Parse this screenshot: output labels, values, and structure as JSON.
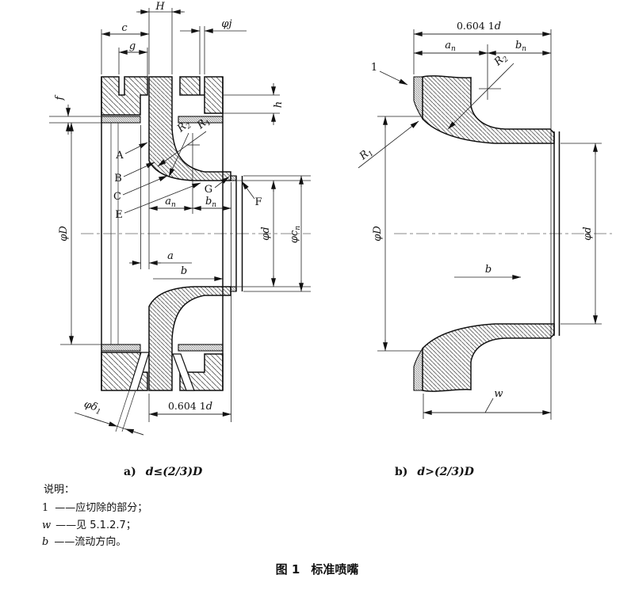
{
  "figure_caption": {
    "prefix": "图 1",
    "title": "标准喷嘴"
  },
  "legend": {
    "title": "说明：",
    "items": [
      {
        "sym": "1",
        "text": "——应切除的部分；"
      },
      {
        "sym": "w",
        "text": "——见 5.1.2.7；"
      },
      {
        "sym": "b",
        "text": "——流动方向。"
      }
    ]
  },
  "colors": {
    "ink": "#101010",
    "dim_line": "#222222",
    "centerline": "#8a8a8a",
    "background": "#ffffff"
  },
  "panel_a": {
    "caption": {
      "prefix": "a)",
      "math": "d≤(2/3)D"
    },
    "labels": {
      "H": "H",
      "c": "c",
      "g": "g",
      "phi_j": "φj",
      "f": "f",
      "h": "h",
      "phi_D": "φD",
      "phi_d": "φd",
      "phi_c_base": "φc",
      "phi_c_sub": "n",
      "a": "a",
      "b": "b",
      "an_base": "a",
      "an_sub": "n",
      "bn_base": "b",
      "bn_sub": "n",
      "R1_base": "R",
      "R1_sub": "1",
      "R2_base": "R",
      "R2_sub": "2",
      "delta_base": "φδ",
      "delta_sub": "1",
      "length": "0.604 1",
      "length_var": "d",
      "A": "A",
      "B": "B",
      "C": "C",
      "E": "E",
      "G": "G",
      "F": "F"
    }
  },
  "panel_b": {
    "caption": {
      "prefix": "b)",
      "math": "d>(2/3)D"
    },
    "labels": {
      "length": "0.604 1",
      "length_var": "d",
      "an_base": "a",
      "an_sub": "n",
      "bn_base": "b",
      "bn_sub": "n",
      "one": "1",
      "R1_base": "R",
      "R1_sub": "1",
      "R2_base": "R",
      "R2_sub": "2",
      "phi_D": "φD",
      "phi_d": "φd",
      "b": "b",
      "w": "w"
    }
  }
}
